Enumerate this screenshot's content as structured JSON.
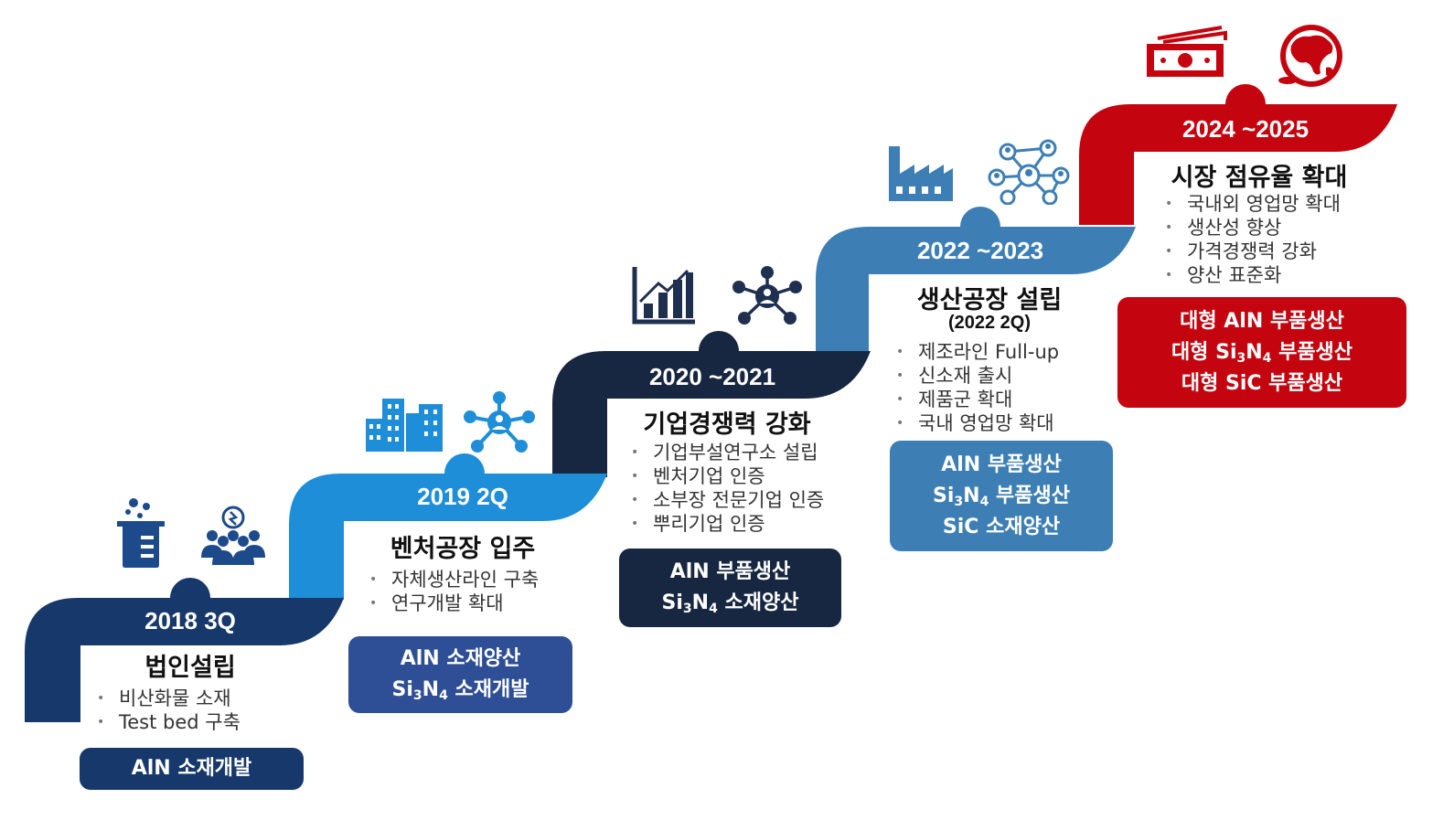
{
  "colors": {
    "stage1": "#17386b",
    "stage2": "#1e8ed9",
    "stage3": "#172741",
    "stage4": "#3d7fb5",
    "stage5": "#c4040e",
    "box1": "#17386b",
    "box2": "#2e4e95",
    "box3": "#172741",
    "box4": "#3d7fb5",
    "box5": "#c4040e"
  },
  "stages": [
    {
      "year": "2018 3Q",
      "title": "법인설립",
      "bullets": [
        "비산화물 소재",
        "Test bed 구축"
      ],
      "box": [
        "AlN 소재개발"
      ],
      "icons": [
        "beaker-icon",
        "team-idea-icon"
      ]
    },
    {
      "year": "2019 2Q",
      "title": "벤처공장 입주",
      "bullets": [
        "자체생산라인 구축",
        "연구개발 확대"
      ],
      "box": [
        "AlN 소재양산"
      ],
      "box_si3n4": "소재개발",
      "icons": [
        "buildings-icon",
        "network-icon"
      ]
    },
    {
      "year": "2020 ~2021",
      "title": "기업경쟁력 강화",
      "bullets": [
        "기업부설연구소 설립",
        "벤처기업 인증",
        "소부장 전문기업 인증",
        "뿌리기업 인증"
      ],
      "box": [
        "AlN 부품생산"
      ],
      "box_si3n4": "소재양산",
      "icons": [
        "growth-chart-icon",
        "people-network-icon"
      ]
    },
    {
      "year": "2022 ~2023",
      "title": "생산공장 설립",
      "subtitle": "(2022 2Q)",
      "bullets": [
        "제조라인 Full-up",
        "신소재 출시",
        "제품군 확대",
        "국내 영업망 확대"
      ],
      "box": [
        "AlN 부품생산",
        "SiC 소재양산"
      ],
      "box_si3n4": "부품생산",
      "icons": [
        "factory-icon",
        "connections-icon"
      ]
    },
    {
      "year": "2024 ~2025",
      "title": "시장 점유율 확대",
      "bullets": [
        "국내외 영업망 확대",
        "생산성 향상",
        "가격경쟁력 강화",
        "양산 표준화"
      ],
      "box": [
        "대형 AlN 부품생산",
        "대형 SiC 부품생산"
      ],
      "box_si3n4_prefix": "대형",
      "box_si3n4": "부품생산",
      "icons": [
        "money-icon",
        "globe-icon"
      ]
    }
  ],
  "formula": {
    "si": "Si",
    "sub3": "3",
    "n": "N",
    "sub4": "4"
  }
}
